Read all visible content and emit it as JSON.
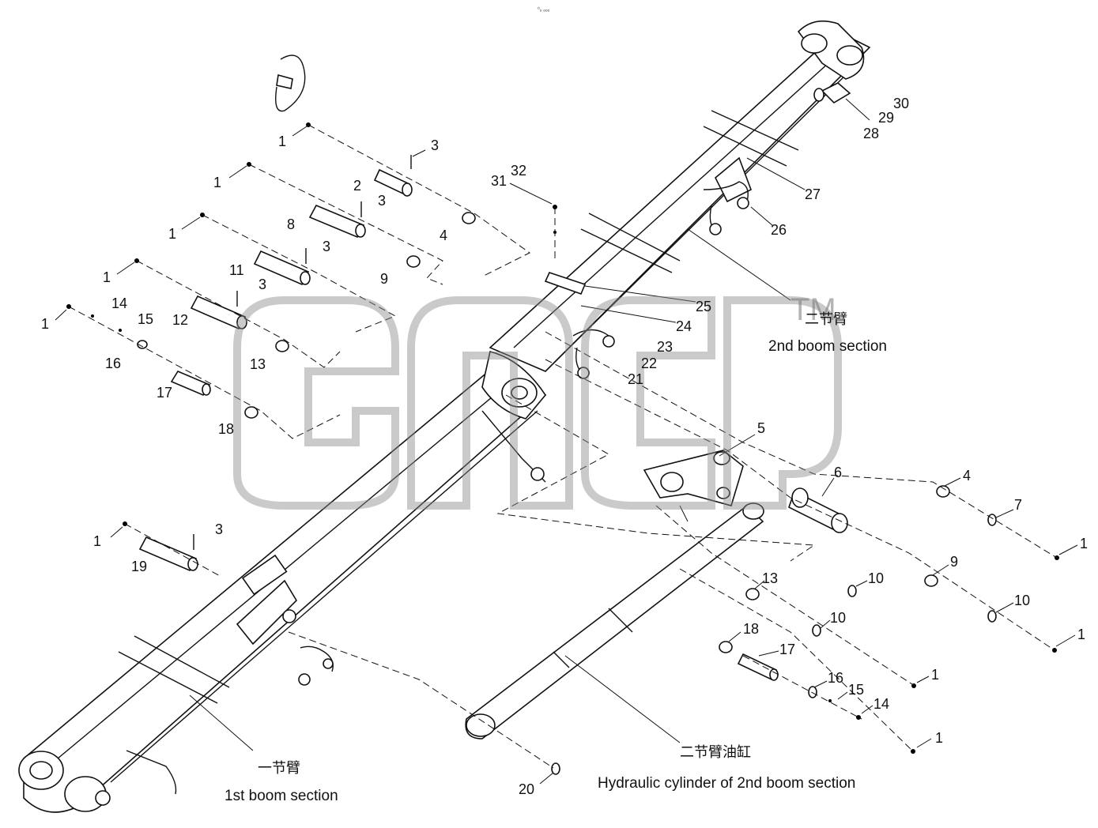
{
  "header_mark": "⁰ₒ ₒₒₒ",
  "watermark": "TM",
  "sections": {
    "boom2_cn": "二节臂",
    "boom2_en": "2nd boom section",
    "boom1_cn": "一节臂",
    "boom1_en": "1st boom section",
    "cyl_cn": "二节臂油缸",
    "cyl_en": "Hydraulic cylinder of 2nd boom section"
  },
  "callouts": [
    {
      "id": "c1a",
      "n": "1"
    },
    {
      "id": "c3a",
      "n": "3"
    },
    {
      "id": "c1b",
      "n": "1"
    },
    {
      "id": "c2",
      "n": "2"
    },
    {
      "id": "c3b",
      "n": "3"
    },
    {
      "id": "c8",
      "n": "8"
    },
    {
      "id": "c4a",
      "n": "4"
    },
    {
      "id": "c1c",
      "n": "1"
    },
    {
      "id": "c11",
      "n": "11"
    },
    {
      "id": "c3c",
      "n": "3"
    },
    {
      "id": "c9a",
      "n": "9"
    },
    {
      "id": "c1d",
      "n": "1"
    },
    {
      "id": "c3d",
      "n": "3"
    },
    {
      "id": "c12",
      "n": "12"
    },
    {
      "id": "c13a",
      "n": "13"
    },
    {
      "id": "c14a",
      "n": "14"
    },
    {
      "id": "c15a",
      "n": "15"
    },
    {
      "id": "c1e",
      "n": "1"
    },
    {
      "id": "c16a",
      "n": "16"
    },
    {
      "id": "c17a",
      "n": "17"
    },
    {
      "id": "c18a",
      "n": "18"
    },
    {
      "id": "c3e",
      "n": "3"
    },
    {
      "id": "c1f",
      "n": "1"
    },
    {
      "id": "c19",
      "n": "19"
    },
    {
      "id": "c31",
      "n": "31"
    },
    {
      "id": "c32",
      "n": "32"
    },
    {
      "id": "c25",
      "n": "25"
    },
    {
      "id": "c24",
      "n": "24"
    },
    {
      "id": "c23",
      "n": "23"
    },
    {
      "id": "c22",
      "n": "22"
    },
    {
      "id": "c21",
      "n": "21"
    },
    {
      "id": "c30",
      "n": "30"
    },
    {
      "id": "c29",
      "n": "29"
    },
    {
      "id": "c28",
      "n": "28"
    },
    {
      "id": "c27",
      "n": "27"
    },
    {
      "id": "c26",
      "n": "26"
    },
    {
      "id": "c5",
      "n": "5"
    },
    {
      "id": "c6",
      "n": "6"
    },
    {
      "id": "c4b",
      "n": "4"
    },
    {
      "id": "c7",
      "n": "7"
    },
    {
      "id": "c1g",
      "n": "1"
    },
    {
      "id": "c9b",
      "n": "9"
    },
    {
      "id": "c10a",
      "n": "10"
    },
    {
      "id": "c10b",
      "n": "10"
    },
    {
      "id": "c10c",
      "n": "10"
    },
    {
      "id": "c1h",
      "n": "1"
    },
    {
      "id": "c13b",
      "n": "13"
    },
    {
      "id": "c18b",
      "n": "18"
    },
    {
      "id": "c17b",
      "n": "17"
    },
    {
      "id": "c1i",
      "n": "1"
    },
    {
      "id": "c16b",
      "n": "16"
    },
    {
      "id": "c15b",
      "n": "15"
    },
    {
      "id": "c14b",
      "n": "14"
    },
    {
      "id": "c1j",
      "n": "1"
    },
    {
      "id": "c20",
      "n": "20"
    }
  ]
}
